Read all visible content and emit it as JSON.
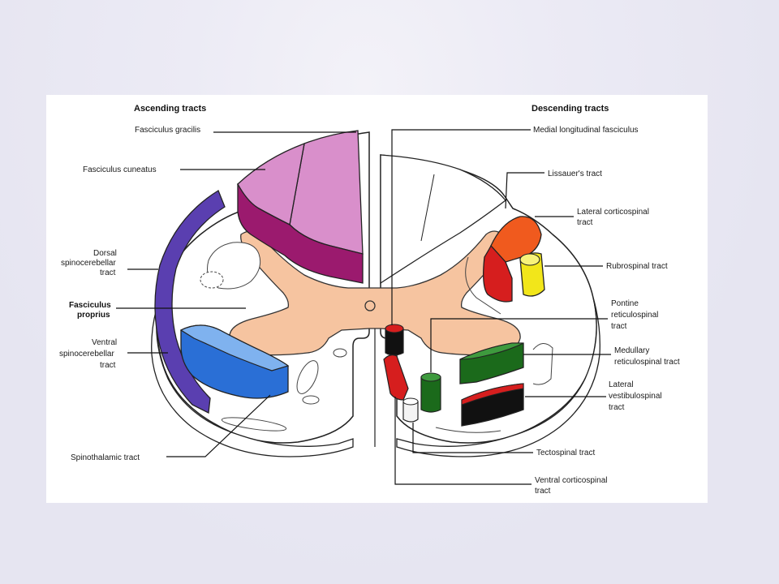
{
  "headings": {
    "ascending": "Ascending tracts",
    "descending": "Descending tracts"
  },
  "labels": {
    "fasciculus_gracilis": "Fasciculus gracilis",
    "fasciculus_cuneatus": "Fasciculus cuneatus",
    "dorsal_spinocerebellar": [
      "Dorsal",
      "spinocerebellar",
      "tract"
    ],
    "fasciculus_proprius": [
      "Fasciculus",
      "proprius"
    ],
    "ventral_spinocerebellar": [
      "Ventral",
      "spinocerebellar",
      "tract"
    ],
    "spinothalamic": "Spinothalamic tract",
    "medial_longitudinal": "Medial longitudinal fasciculus",
    "lissauer": "Lissauer's tract",
    "lateral_corticospinal": [
      "Lateral corticospinal",
      "tract"
    ],
    "rubrospinal": "Rubrospinal tract",
    "pontine_reticulospinal": [
      "Pontine",
      "reticulospinal",
      "tract"
    ],
    "medullary_reticulospinal": [
      "Medullary",
      "reticulospinal tract"
    ],
    "lateral_vestibulospinal": [
      "Lateral",
      "vestibulospinal",
      "tract"
    ],
    "tectospinal": "Tectospinal tract",
    "ventral_corticospinal": [
      "Ventral corticospinal",
      "tract"
    ]
  },
  "colors": {
    "gray_matter": "#f6c4a0",
    "fasciculus_gracilis": "#d98fcb",
    "fasciculus_cuneatus": "#9b1a6e",
    "dorsal_spinocerebellar": "#5a3fb0",
    "ventral_spinocerebellar": "#2a6fd6",
    "lateral_corticospinal": "#f05a1e",
    "rubrospinal": "#f2e61a",
    "medullary_reticulospinal": "#1b6a1b",
    "lateral_vestibulospinal": "#111111",
    "tectospinal": "#f4f4f4",
    "ventral_corticospinal": "#d61e1e",
    "medial_longitudinal": "#d61e1e"
  }
}
